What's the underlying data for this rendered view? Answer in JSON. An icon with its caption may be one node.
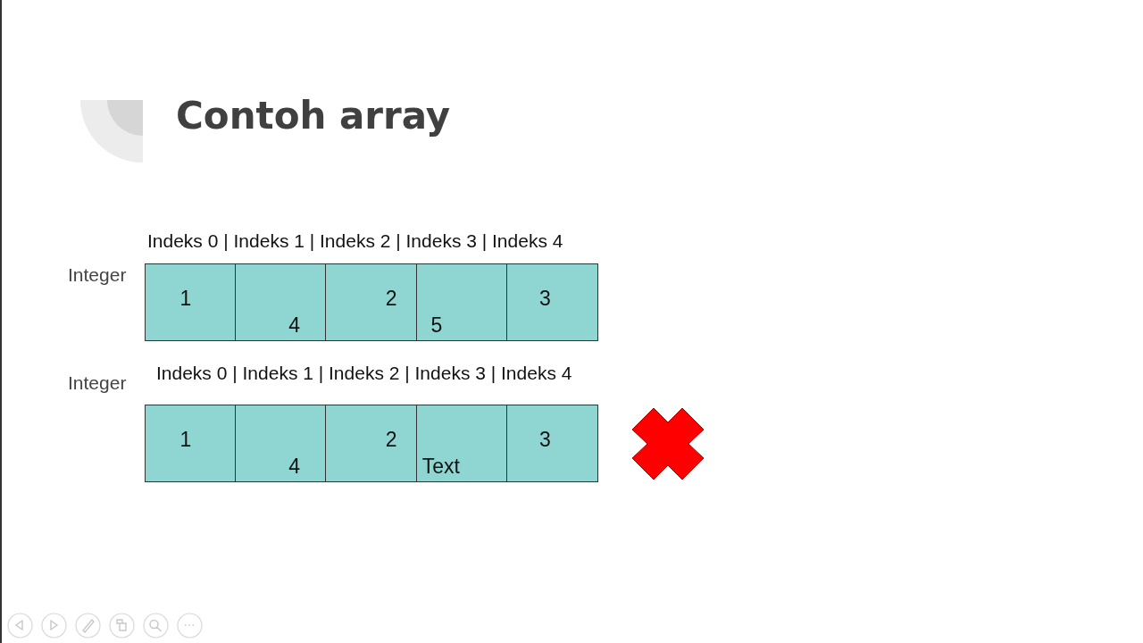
{
  "diagram": {
    "title": "Contoh array",
    "nodes": [
      {
        "text": [
          "1"
        ]
      },
      {
        "text": [
          "4"
        ]
      },
      {
        "text": [
          "2"
        ]
      },
      {
        "text": [
          "5"
        ]
      },
      {
        "text": [
          "3"
        ]
      },
      {
        "text": [
          "1"
        ]
      },
      {
        "text": [
          "4"
        ]
      },
      {
        "text": [
          "2"
        ]
      },
      {
        "text": [
          "Text"
        ]
      },
      {
        "text": [
          "3"
        ]
      }
    ],
    "labels": [
      "Indeks 0 | Indeks 1 | Indeks 2 | Indeks 3 | Indeks 4",
      "Integer",
      "Integer",
      "Indeks 0 | Indeks 1 | Indeks 2 | Indeks 3 | Indeks 4"
    ]
  }
}
